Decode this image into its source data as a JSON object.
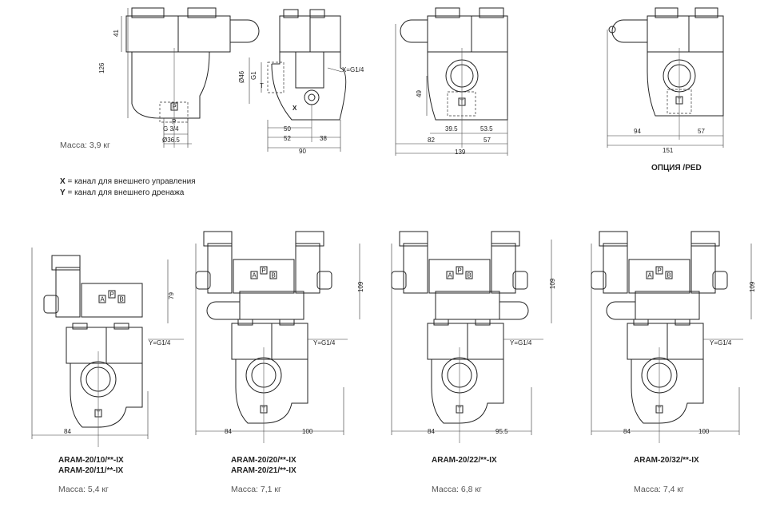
{
  "top": {
    "view1": {
      "dims": {
        "h41": "41",
        "h126": "126",
        "port_p": "P",
        "port_p2": "P",
        "g34": "G 3/4",
        "d365": "Ø36.5"
      },
      "mass": "Масса: 3,9 кг"
    },
    "view2": {
      "dims": {
        "d46": "Ø46",
        "g1": "G1",
        "t": "T",
        "x_port": "X=G1/4",
        "x": "X",
        "w50": "50",
        "w52": "52",
        "w38": "38",
        "w90": "90"
      }
    },
    "view3": {
      "dims": {
        "h49": "49",
        "w395": "39.5",
        "w535": "53.5",
        "w82": "82",
        "w57": "57",
        "w139": "139",
        "t": "T"
      }
    },
    "view4": {
      "dims": {
        "w94": "94",
        "w57": "57",
        "w151": "151",
        "t": "T"
      },
      "caption": "ОПЦИЯ /PED"
    },
    "legend": [
      {
        "key": "X",
        "text": "= канал для внешнего управления"
      },
      {
        "key": "Y",
        "text": "= канал для внешнего дренажа"
      }
    ]
  },
  "bottom": [
    {
      "titles": [
        "ARAM-20/10/**-IX",
        "ARAM-20/11/**-IX"
      ],
      "mass": "Масса: 5,4 кг",
      "dims": {
        "left": "84",
        "height": "79",
        "y_port": "Y=G1/4"
      }
    },
    {
      "titles": [
        "ARAM-20/20/**-IX",
        "ARAM-20/21/**-IX"
      ],
      "mass": "Масса: 7,1 кг",
      "dims": {
        "left": "84",
        "right": "100",
        "height": "109",
        "y_port": "Y=G1/4"
      }
    },
    {
      "titles": [
        "ARAM-20/22/**-IX"
      ],
      "mass": "Масса: 6,8 кг",
      "dims": {
        "left": "84",
        "right": "95.5",
        "height": "109",
        "y_port": "Y=G1/4"
      }
    },
    {
      "titles": [
        "ARAM-20/32/**-IX"
      ],
      "mass": "Масса: 7,4 кг",
      "dims": {
        "left": "84",
        "right": "100",
        "height": "109",
        "y_port": "Y=G1/4"
      }
    }
  ],
  "port_letters": {
    "a": "A",
    "p": "P",
    "b": "B",
    "t": "T"
  }
}
